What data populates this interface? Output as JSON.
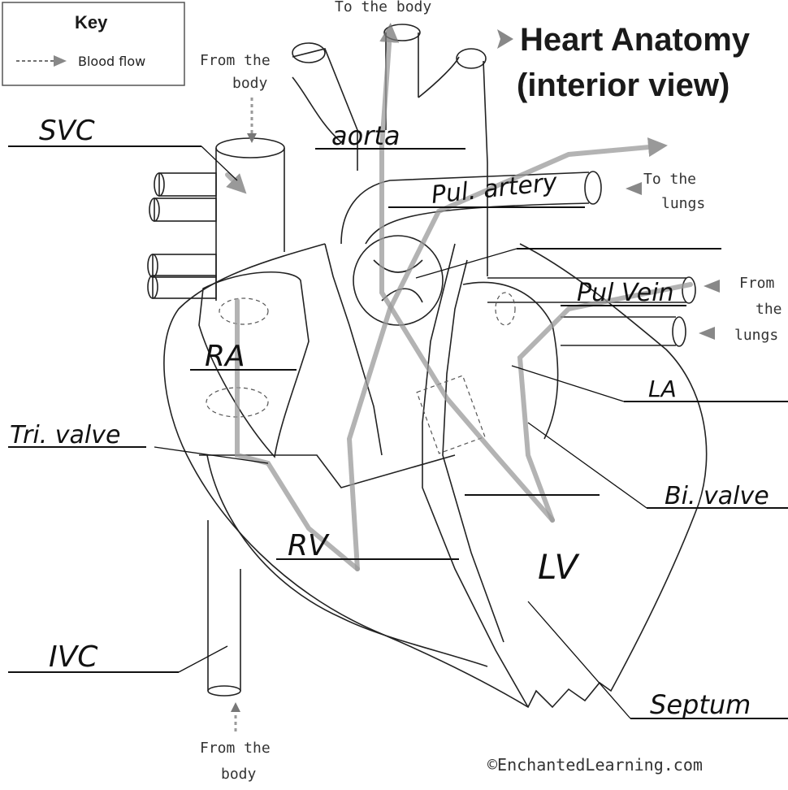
{
  "title": {
    "line1": "Heart Anatomy",
    "line2": "(interior view)"
  },
  "key": {
    "heading": "Key",
    "entry": "Blood flow"
  },
  "printed_labels": {
    "to_body_top": "To the body",
    "from_body_top_1": "From the",
    "from_body_top_2": "body",
    "to_lungs_1": "To the",
    "to_lungs_2": "lungs",
    "from_lungs_1": "From",
    "from_lungs_2": "the",
    "from_lungs_3": "lungs",
    "from_body_bottom_1": "From the",
    "from_body_bottom_2": "body",
    "copyright": "©EnchantedLearning.com"
  },
  "handwritten_labels": {
    "svc": "SVC",
    "aorta": "aorta",
    "pul_artery": "Pul. artery",
    "pul_vein": "Pul Vein",
    "ra": "RA",
    "la": "LA",
    "tri_valve": "Tri. valve",
    "bi_valve": "Bi. valve",
    "rv": "RV",
    "lv": "LV",
    "ivc": "IVC",
    "septum": "Septum"
  }
}
